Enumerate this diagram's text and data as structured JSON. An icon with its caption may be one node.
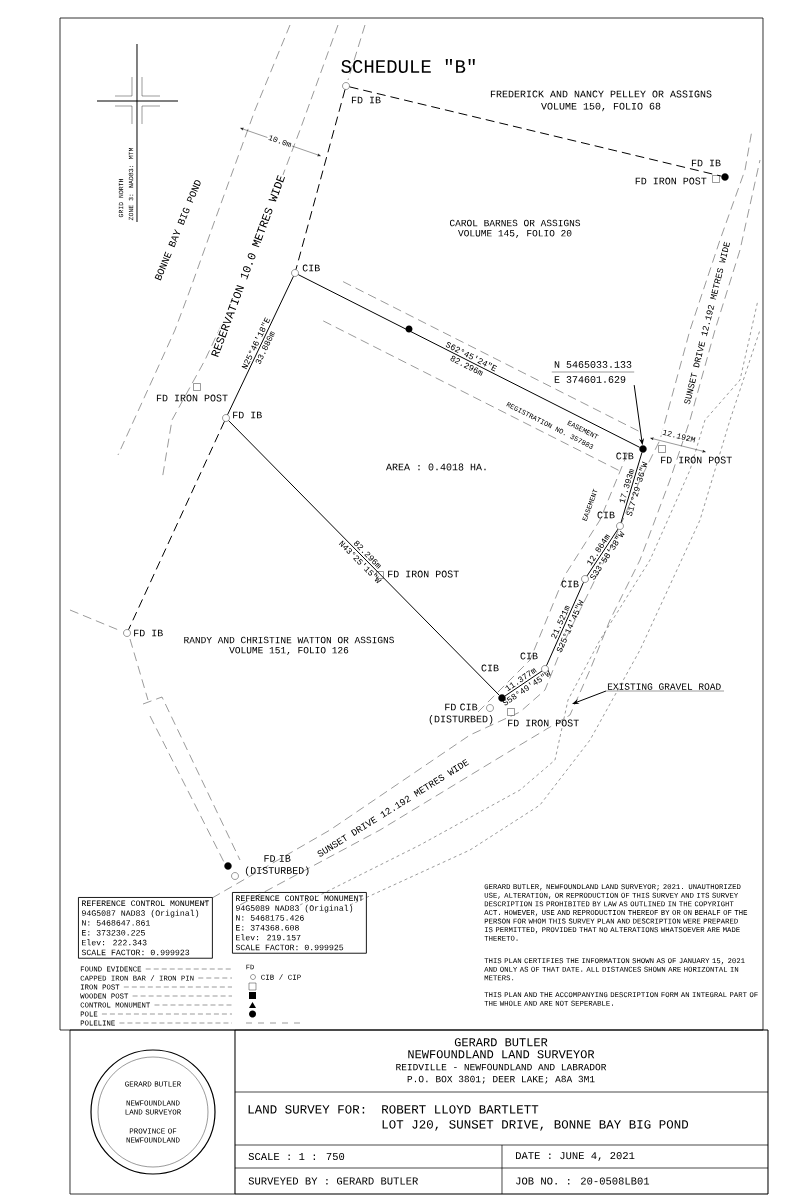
{
  "diagram": {
    "title": "SCHEDULE \"B\"",
    "nodes": [
      {
        "text": [],
        "shape": "circle",
        "beside": [
          "FD IB"
        ]
      },
      {
        "text": [],
        "shape": "dot",
        "beside": [
          "FD IB"
        ]
      },
      {
        "text": [],
        "shape": "box",
        "beside": [
          "FD IRON POST"
        ]
      },
      {
        "text": [],
        "shape": "circle",
        "beside": [
          "CIB"
        ]
      },
      {
        "text": [],
        "shape": "box",
        "beside": [
          "FD IRON POST"
        ]
      },
      {
        "text": [],
        "shape": "circle",
        "beside": [
          "FD IB"
        ]
      },
      {
        "text": [],
        "shape": "dot",
        "beside": [
          "CIB"
        ]
      },
      {
        "text": [],
        "shape": "box",
        "beside": [
          "FD IRON POST"
        ]
      },
      {
        "text": [
          "N 5465033.133",
          "E 374601.629"
        ]
      },
      {
        "text": [],
        "shape": "circle",
        "beside": [
          "CIB"
        ]
      },
      {
        "text": [],
        "shape": "box",
        "beside": [
          "FD IRON POST"
        ]
      },
      {
        "text": [],
        "shape": "circle",
        "beside": [
          "CIB"
        ]
      },
      {
        "text": [],
        "shape": "circle",
        "beside": [
          "FD IB"
        ]
      },
      {
        "text": [],
        "shape": "circle",
        "beside": [
          "CIB"
        ]
      },
      {
        "text": [],
        "shape": "dot",
        "beside": [
          "CIB"
        ]
      },
      {
        "text": [],
        "shape": "circle",
        "beside": [
          "FD CIB (DISTURBED)"
        ]
      },
      {
        "text": [],
        "shape": "box",
        "beside": [
          "FD IRON POST"
        ]
      },
      {
        "text": [
          "EXISTING GRAVEL ROAD"
        ]
      },
      {
        "text": [],
        "shape": "dot"
      },
      {
        "text": [],
        "shape": "circle",
        "beside": [
          "FD IB (DISTURBED)"
        ]
      },
      {
        "text": [
          "REFERENCE CONTROL MONUMENT",
          "94G5087 NAD83 (Original)",
          "N: 5468647.861",
          "E:  373230.225",
          "Elev:  222.343",
          "SCALE FACTOR: 0.999923"
        ]
      },
      {
        "text": [
          "REFERENCE CONTROL MONUMENT",
          "94G5089 NAD83 (Original)",
          "N: 5468175.426",
          "E:  374368.608",
          "Elev:  219.157",
          "SCALE FACTOR: 0.999925"
        ]
      },
      {
        "text": [
          "GERARD BUTLER",
          "NEWFOUNDLAND LAND SURVEYOR",
          "REIDVILLE - NEWFOUNDLAND AND LABRADOR",
          "P.O. BOX 3801; DEER LAKE; A8A 3M1"
        ]
      },
      {
        "text": [
          "LAND SURVEY FOR:",
          "ROBERT LLOYD BARTLETT",
          "LOT J20, SUNSET DRIVE, BONNE BAY BIG POND"
        ]
      },
      {
        "text": [
          "SCALE :  1 : 750"
        ]
      },
      {
        "text": [
          "DATE : JUNE 4, 2021"
        ]
      },
      {
        "text": [
          "SURVEYED BY :   GERARD BUTLER"
        ]
      },
      {
        "text": [
          "JOB NO. : 20-0508LB01"
        ]
      },
      {
        "text": [
          "GERARD BUTLER",
          "NEWFOUNDLAND LAND SURVEYOR",
          "PROVINCE OF NEWFOUNDLAND"
        ]
      }
    ],
    "edges": [
      {
        "from": 3,
        "to": 5,
        "arrow": "none",
        "label": "N25°46'18\"E"
      },
      {
        "from": 3,
        "to": 6,
        "arrow": "none",
        "label": "S62°45'24\"E"
      },
      {
        "from": 5,
        "to": 14,
        "arrow": "none",
        "label": "N43°25'15\"W"
      },
      {
        "from": 6,
        "to": 9,
        "arrow": "none",
        "label": "S17°29'36\"W"
      },
      {
        "from": 9,
        "to": 11,
        "arrow": "none",
        "label": "S33°58'38\"W"
      },
      {
        "from": 11,
        "to": 13,
        "arrow": "none",
        "label": "S25°14'45\"W"
      },
      {
        "from": 13,
        "to": 14,
        "arrow": "none",
        "label": "S58°49'45\"W"
      },
      {
        "from": 0,
        "to": 1,
        "arrow": "none",
        "style": "dashed"
      },
      {
        "from": 0,
        "to": 3,
        "arrow": "none",
        "style": "dashed"
      },
      {
        "from": 8,
        "to": 6,
        "arrow": "to"
      },
      {
        "from": 17,
        "to": null,
        "arrow": "to"
      },
      {
        "from": 5,
        "to": 12,
        "arrow": "none",
        "style": "dashed"
      }
    ],
    "labels": [
      "GRID NORTH",
      "ZONE 3: NAD83: MTM",
      "FREDERICK AND NANCY PELLEY OR ASSIGNS",
      "VOLUME 150, FOLIO 68",
      "10.0m",
      "BONNE BAY BIG POND",
      "RESERVATION 10.0 METRES WIDE",
      "CAROL BARNES OR ASSIGNS",
      "VOLUME 145, FOLIO 20",
      "SUNSET DRIVE 12.192 METRES WIDE",
      "33.880m",
      "82.296m",
      "EASEMENT",
      "REGISTRATION NO. 357883",
      "12.192M",
      "AREA : 0.4018 HA.",
      "17.393m",
      "82.296m",
      "12.864m",
      "EASEMENT",
      "RANDY AND CHRISTINE WATTON OR ASSIGNS",
      "VOLUME 151, FOLIO 126",
      "21.521m",
      "11.377m",
      "SUNSET DRIVE 12.192 METRES WIDE",
      "GERARD BUTLER, NEWFOUNDLAND LAND SURVEYOR; 2021. UNAUTHORIZED USE, ALTERATION, OR REPRODUCTION OF THIS SURVEY AND ITS SURVEY DESCRIPTION IS PROHIBITED BY LAW AS OUTLINED IN THE COPYRIGHT ACT. HOWEVER, USE AND REPRODUCTION THEREOF BY OR ON BEHALF OF THE PERSON FOR WHOM THIS SURVEY PLAN AND DESCRIPTION WERE PREPARED IS PERMITTED, PROVIDED THAT NO ALTERATIONS WHATSOEVER ARE MADE THERETO.",
      "THIS PLAN CERTIFIES THE INFORMATION SHOWN AS OF JANUARY 15, 2021 AND ONLY AS OF THAT DATE. ALL DISTANCES SHOWN ARE HORIZONTAL IN METERS.",
      "THIS PLAN AND THE ACCOMPANYING DESCRIPTION FORM AN INTEGRAL PART OF THE WHOLE AND ARE NOT SEPERABLE.",
      "FD",
      "CIB / CIP"
    ],
    "legend": [
      {
        "text": "FOUND EVIDENCE"
      },
      {
        "text": "CAPPED IRON BAR / IRON PIN"
      },
      {
        "text": "IRON POST"
      },
      {
        "text": "WOODEN POST"
      },
      {
        "text": "CONTROL MONUMENT"
      },
      {
        "text": "POLE"
      },
      {
        "text": "POLELINE"
      }
    ]
  }
}
